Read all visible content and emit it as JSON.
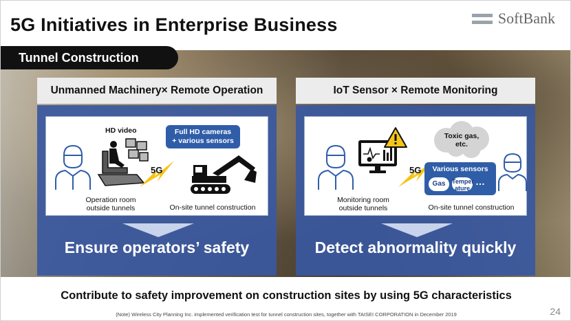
{
  "header": {
    "title": "5G Initiatives in Enterprise Business",
    "logo_text": "SoftBank"
  },
  "section_tag": "Tunnel Construction",
  "panels": {
    "left": {
      "heading": "Unmanned Machinery× Remote Operation",
      "hd_label": "HD video",
      "fiveg": "5G",
      "bubble_line1": "Full HD cameras",
      "bubble_line2": "+ various sensors",
      "room_line1": "Operation room",
      "room_line2": "outside tunnels",
      "site_label": "On-site tunnel construction",
      "result": "Ensure operators’ safety"
    },
    "right": {
      "heading": "IoT Sensor × Remote Monitoring",
      "cloud_line1": "Toxic gas,",
      "cloud_line2": "etc.",
      "fiveg": "5G",
      "sensors_label": "Various sensors",
      "pill_gas": "Gas",
      "pill_temp_line1": "Temper",
      "pill_temp_line2": "ature",
      "ellipsis": "…",
      "room_line1": "Monitoring room",
      "room_line2": "outside tunnels",
      "site_label": "On-site tunnel construction",
      "result": "Detect abnormality quickly"
    }
  },
  "footer": {
    "message": "Contribute to safety improvement on construction sites by using 5G characteristics",
    "note": "(Note) Wireless City Planning Inc. implemented verification test for tunnel construction sites, together with TAISEI CORPORATION in December 2019",
    "page_number": "24"
  },
  "colors": {
    "panel_blue": "#3a58a0",
    "bubble_blue": "#2f5da8",
    "bolt_yellow": "#f5c518",
    "tag_black": "#111111"
  }
}
